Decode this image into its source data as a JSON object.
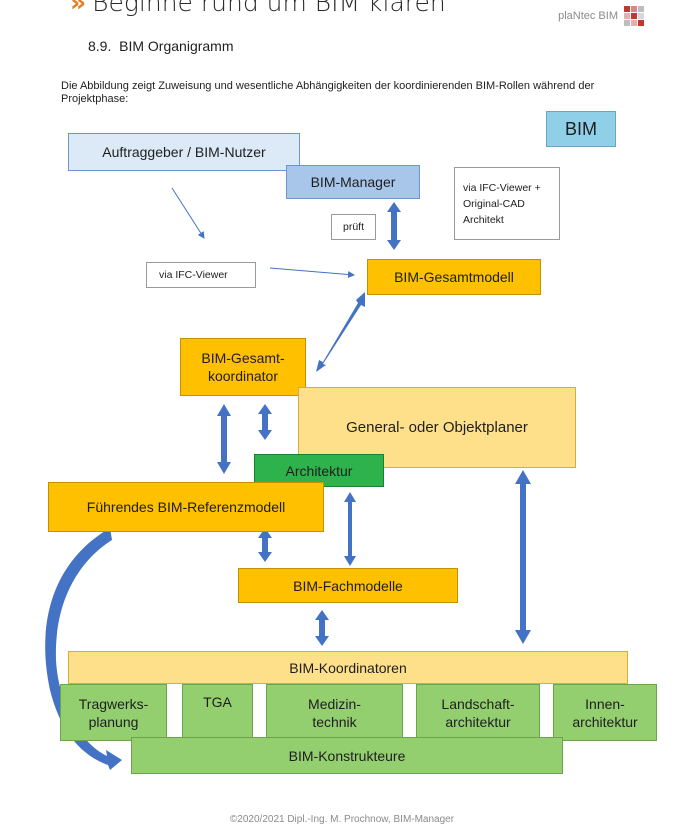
{
  "header": {
    "title": "Beginne rund um BIM klären",
    "brand": "plaNtec BIM",
    "logo_colors": [
      "#c0392b",
      "#d98880",
      "#bdbdbd",
      "#e6b0aa",
      "#c0392b",
      "#d5d8dc",
      "#bdbdbd",
      "#e6b0aa",
      "#c0392b"
    ]
  },
  "section": {
    "number": "8.9.",
    "title": "BIM Organigramm"
  },
  "intro": "Die Abbildung zeigt Zuweisung und wesentliche Abhängigkeiten der koordinierenden BIM-Rollen während der Projektphase:",
  "diagram": {
    "badge": "BIM",
    "auftraggeber": "Auftraggeber / BIM-Nutzer",
    "manager": "BIM-Manager",
    "note_viewer_cad": "via IFC-Viewer + Original-CAD Architekt",
    "note_prueft": "prüft",
    "note_viewer": "via IFC-Viewer",
    "gesamtmodell": "BIM-Gesamtmodell",
    "gesamtkoordinator": "BIM-Gesamt-koordinator",
    "generalplaner": "General- oder Objektplaner",
    "architektur": "Architektur",
    "referenzmodell": "Führendes BIM-Referenzmodell",
    "fachmodelle": "BIM-Fachmodelle",
    "koordinatoren": "BIM-Koordinatoren",
    "disciplines": [
      "Tragwerks-planung",
      "TGA",
      "Medizin-technik",
      "Landschaft-architektur",
      "Innen-architektur"
    ],
    "konstrukteure": "BIM-Konstrukteure"
  },
  "footer": "©2020/2021 Dipl.-Ing. M. Prochnow, BIM-Manager",
  "colors": {
    "arrow": "#4472c4",
    "orange": "#ffc000",
    "pale_orange": "#ffe08a",
    "green": "#93cf6f",
    "dark_green": "#2eb24c",
    "light_blue": "#dce9f7",
    "mid_blue": "#a7c6ea"
  }
}
